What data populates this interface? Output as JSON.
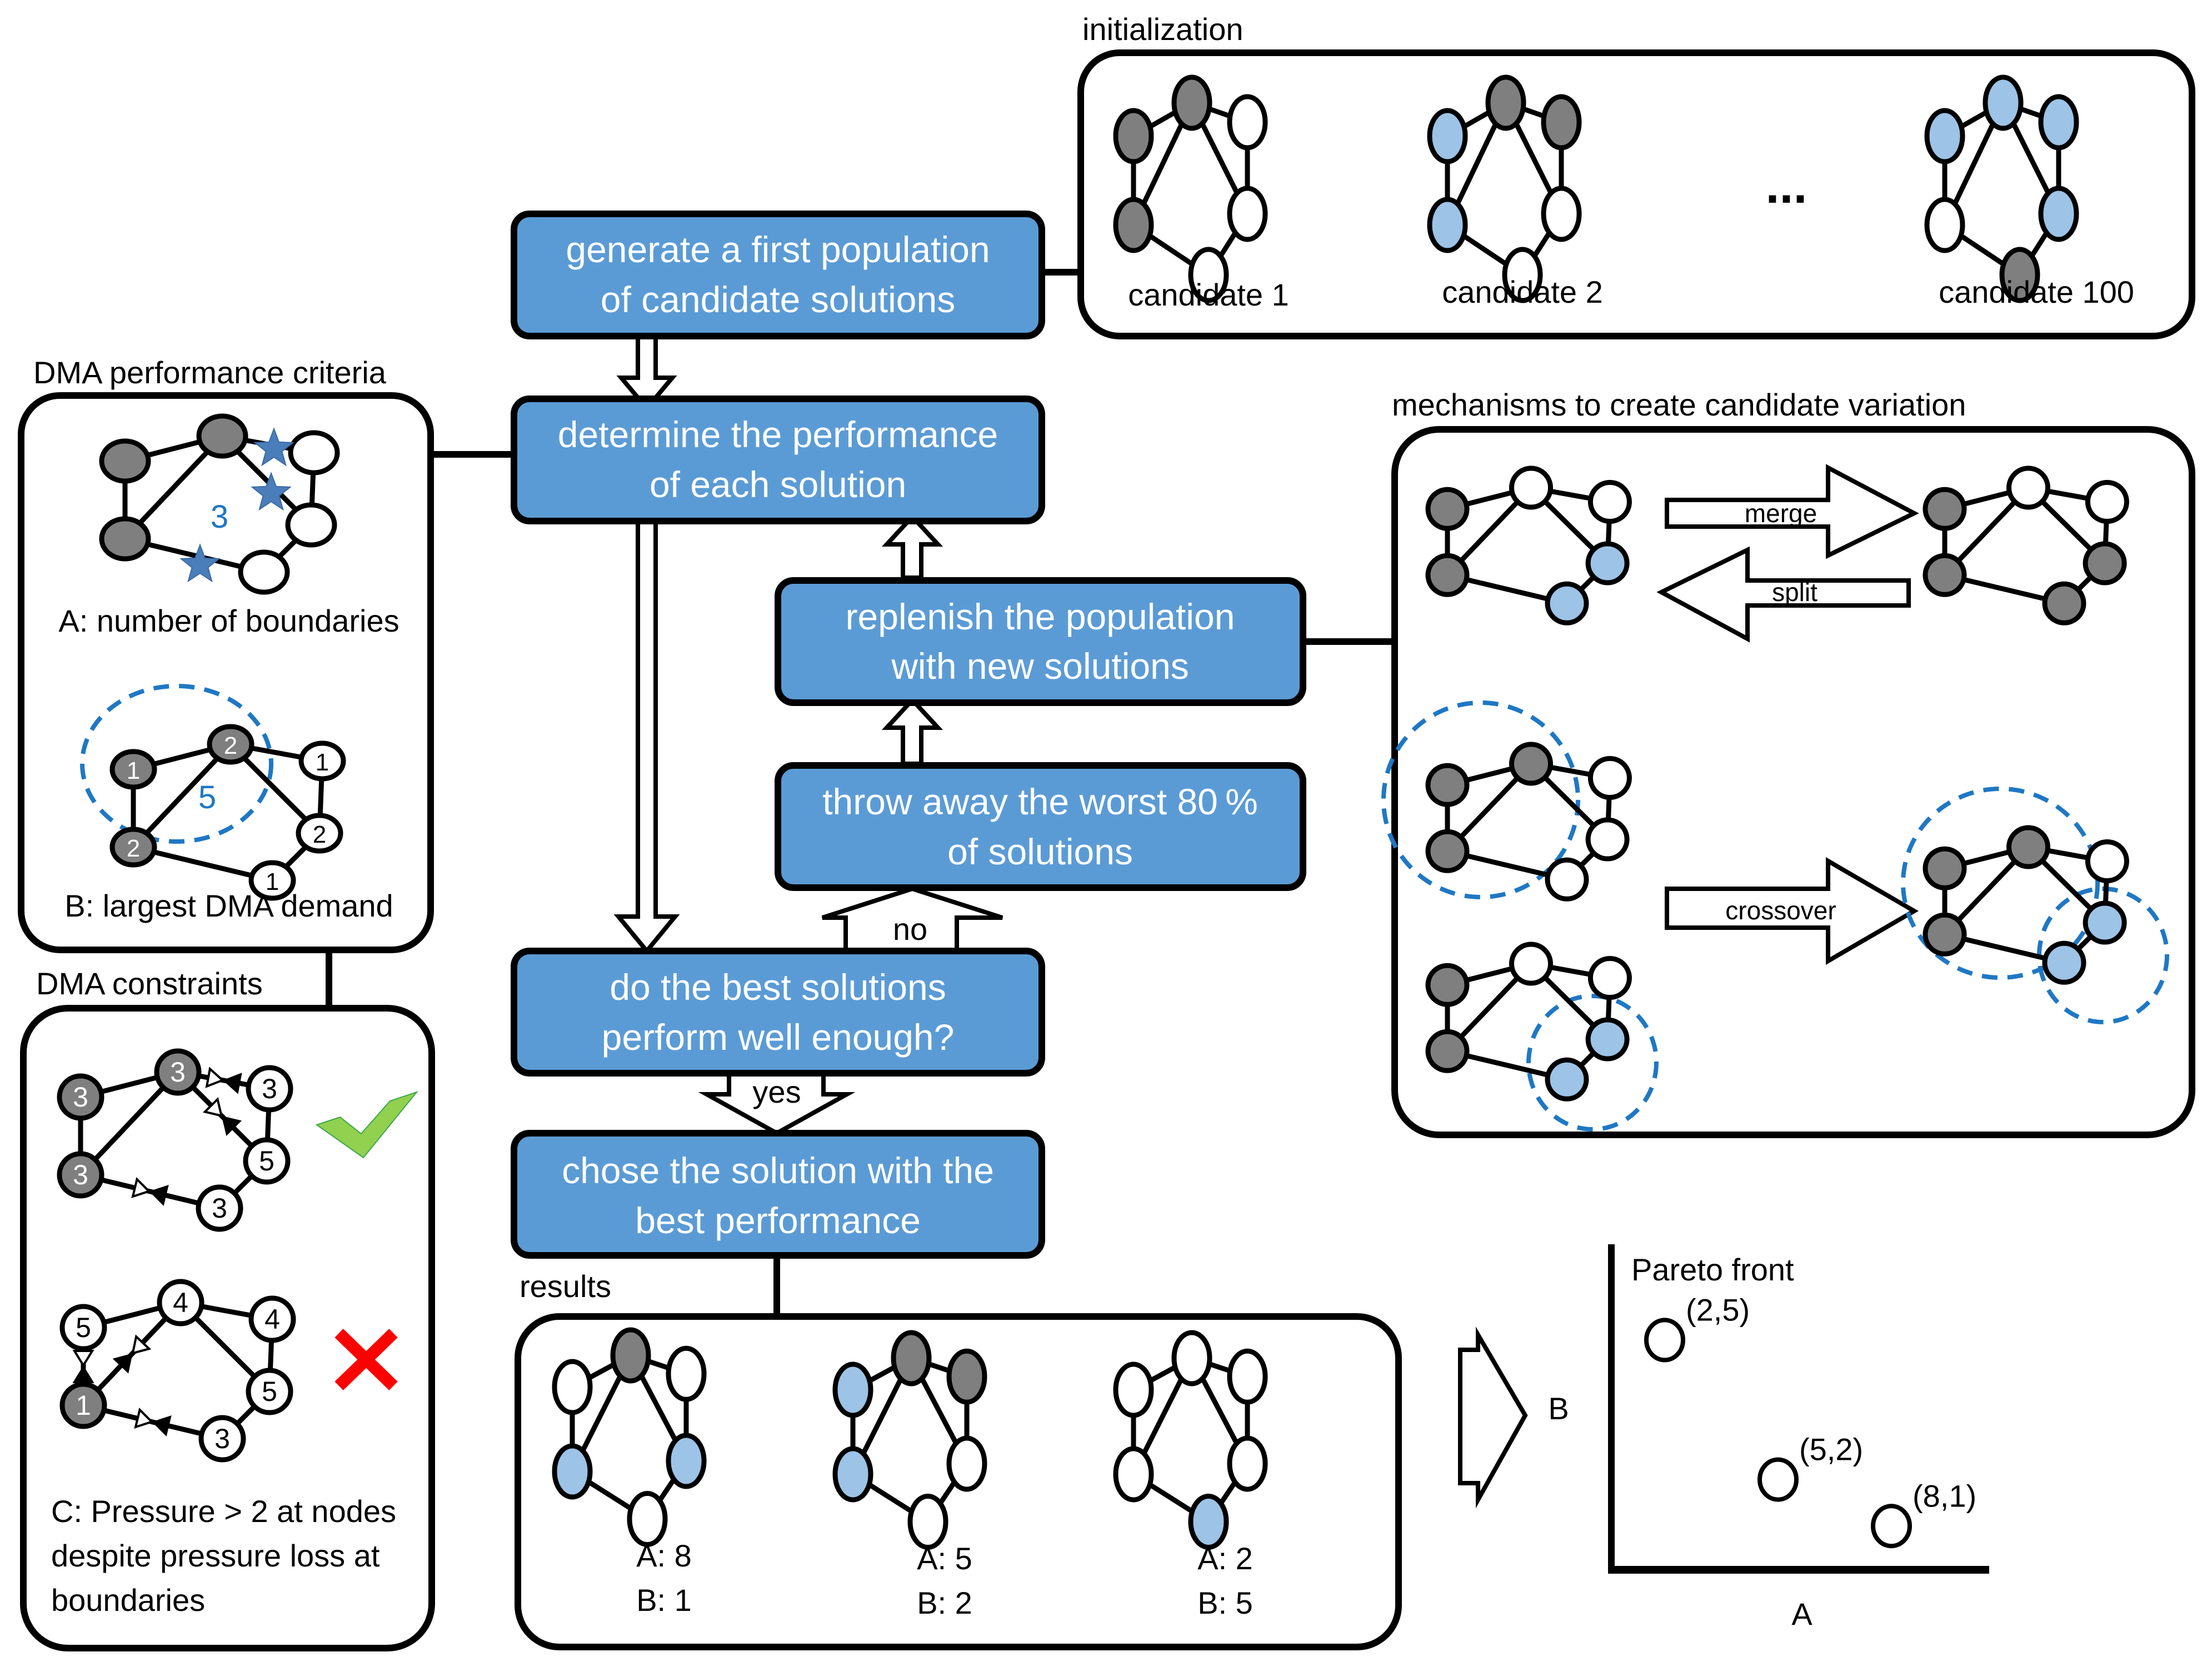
{
  "colors": {
    "step_fill": "#5b9bd5",
    "node_gray": "#7f7f7f",
    "node_blue": "#9dc3e6",
    "node_white": "#ffffff",
    "dma_ring": "#1f77c4",
    "boundary_star": "#4a7ebb",
    "check_green": "#92d050",
    "cross_red": "#ff0000"
  },
  "flow": {
    "steps": [
      {
        "id": "generate",
        "lines": [
          "generate a first population",
          "of candidate solutions"
        ]
      },
      {
        "id": "determine",
        "lines": [
          "determine the performance",
          "of each solution"
        ]
      },
      {
        "id": "replenish",
        "lines": [
          "replenish the population",
          "with new solutions"
        ]
      },
      {
        "id": "throw",
        "lines": [
          "throw away the worst 80 %",
          "of solutions"
        ]
      },
      {
        "id": "check",
        "lines": [
          "do the best solutions",
          "perform well enough?"
        ]
      },
      {
        "id": "choose",
        "lines": [
          "chose the solution with the",
          "best performance"
        ]
      }
    ],
    "no_label": "no",
    "yes_label": "yes"
  },
  "initialization": {
    "title": "initialization",
    "ellipsis": "...",
    "candidates": [
      {
        "label": "candidate 1",
        "nodes": [
          "gray",
          "gray",
          "white",
          "gray",
          "white",
          "white"
        ]
      },
      {
        "label": "candidate 2",
        "nodes": [
          "blue",
          "gray",
          "gray",
          "blue",
          "white",
          "white"
        ]
      },
      {
        "label": "candidate 100",
        "nodes": [
          "blue",
          "blue",
          "blue",
          "white",
          "blue",
          "gray"
        ]
      }
    ]
  },
  "criteria": {
    "title": "DMA performance criteria",
    "a": {
      "caption": "A: number of boundaries",
      "count": "3",
      "nodes": [
        "gray",
        "gray",
        "white",
        "gray",
        "white",
        "white"
      ]
    },
    "b": {
      "caption": "B: largest DMA demand",
      "total": "5",
      "nodes": [
        {
          "fill": "gray",
          "value": "1"
        },
        {
          "fill": "gray",
          "value": "2"
        },
        {
          "fill": "white",
          "value": "1"
        },
        {
          "fill": "gray",
          "value": "2"
        },
        {
          "fill": "white",
          "value": "2"
        },
        {
          "fill": "white",
          "value": "1"
        }
      ]
    }
  },
  "constraints": {
    "title": "DMA constraints",
    "valid": {
      "status": "check-icon",
      "nodes": [
        {
          "fill": "gray",
          "value": "3"
        },
        {
          "fill": "gray",
          "value": "3"
        },
        {
          "fill": "white",
          "value": "3"
        },
        {
          "fill": "gray",
          "value": "3"
        },
        {
          "fill": "white",
          "value": "5"
        },
        {
          "fill": "white",
          "value": "3"
        }
      ]
    },
    "invalid": {
      "status": "cross-icon",
      "nodes": [
        {
          "fill": "white",
          "value": "5"
        },
        {
          "fill": "white",
          "value": "4"
        },
        {
          "fill": "white",
          "value": "4"
        },
        {
          "fill": "gray",
          "value": "1"
        },
        {
          "fill": "white",
          "value": "5"
        },
        {
          "fill": "white",
          "value": "3"
        }
      ]
    },
    "caption_lines": [
      "C: Pressure > 2 at nodes",
      "despite pressure loss at",
      "boundaries"
    ]
  },
  "mechanisms": {
    "title": "mechanisms to create candidate variation",
    "merge_label": "merge",
    "split_label": "split",
    "crossover_label": "crossover",
    "graphs": {
      "split_state": [
        "gray",
        "white",
        "white",
        "gray",
        "blue",
        "blue"
      ],
      "merged_state": [
        "gray",
        "white",
        "white",
        "gray",
        "gray",
        "gray"
      ],
      "parent_1": [
        "gray",
        "gray",
        "white",
        "gray",
        "white",
        "white"
      ],
      "parent_2": [
        "gray",
        "white",
        "white",
        "gray",
        "blue",
        "blue"
      ],
      "child": [
        "gray",
        "gray",
        "white",
        "gray",
        "blue",
        "blue"
      ]
    }
  },
  "results": {
    "title": "results",
    "solutions": [
      {
        "a_label": "A: 8",
        "b_label": "B: 1",
        "nodes": [
          "white",
          "gray",
          "white",
          "blue",
          "blue",
          "white"
        ]
      },
      {
        "a_label": "A: 5",
        "b_label": "B: 2",
        "nodes": [
          "blue",
          "gray",
          "gray",
          "blue",
          "white",
          "white"
        ]
      },
      {
        "a_label": "A: 2",
        "b_label": "B: 5",
        "nodes": [
          "white",
          "white",
          "white",
          "white",
          "white",
          "blue"
        ]
      }
    ]
  },
  "chart_data": {
    "type": "scatter",
    "title": "Pareto front",
    "xlabel": "A",
    "ylabel": "B",
    "grid": false,
    "xlim": [
      0,
      10
    ],
    "ylim": [
      0,
      7
    ],
    "points": [
      {
        "x": 2,
        "y": 5,
        "label": "(2,5)"
      },
      {
        "x": 5,
        "y": 2,
        "label": "(5,2)"
      },
      {
        "x": 8,
        "y": 1,
        "label": "(8,1)"
      }
    ]
  }
}
